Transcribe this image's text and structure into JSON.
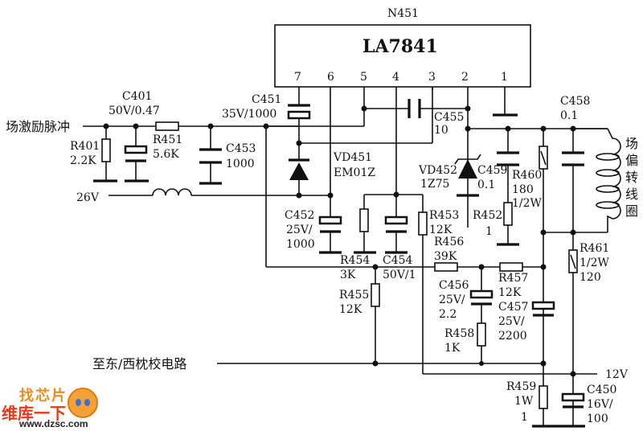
{
  "ic": {
    "ref": "N451",
    "part": "LA7841",
    "pins": [
      "7",
      "6",
      "5",
      "4",
      "3",
      "2",
      "1"
    ]
  },
  "components": {
    "C401": {
      "ref": "C401",
      "value": "50V/0.47"
    },
    "R401": {
      "ref": "R401",
      "value": "2.2K"
    },
    "R451": {
      "ref": "R451",
      "value": "5.6K"
    },
    "C453": {
      "ref": "C453",
      "value": "1000"
    },
    "C451": {
      "ref": "C451",
      "value": "35V/1000"
    },
    "VD451": {
      "ref": "VD451",
      "value": "EM01Z"
    },
    "C455": {
      "ref": "C455",
      "value": "10"
    },
    "VD452": {
      "ref": "VD452",
      "value": "1Z75"
    },
    "C459": {
      "ref": "C459",
      "value": "0.1"
    },
    "R460": {
      "ref": "R460",
      "value": "180",
      "power": "1/2W"
    },
    "C458": {
      "ref": "C458",
      "value": "0.1"
    },
    "R452": {
      "ref": "R452",
      "value": "1"
    },
    "C452": {
      "ref": "C452",
      "value1": "25V/",
      "value2": "1000"
    },
    "R453": {
      "ref": "R453",
      "value": "12K"
    },
    "R454": {
      "ref": "R454",
      "value": "3K"
    },
    "C454": {
      "ref": "C454",
      "value": "50V/1"
    },
    "R456": {
      "ref": "R456",
      "value": "39K"
    },
    "R455": {
      "ref": "R455",
      "value": "12K"
    },
    "C456": {
      "ref": "C456",
      "value1": "25V/",
      "value2": "2.2"
    },
    "R457": {
      "ref": "R457",
      "value": "12K"
    },
    "C457": {
      "ref": "C457",
      "value1": "25V/",
      "value2": "2200"
    },
    "R458": {
      "ref": "R458",
      "value": "1K"
    },
    "R461": {
      "ref": "R461",
      "power": "1/2W",
      "value": "120"
    },
    "R459": {
      "ref": "R459",
      "power": "1W",
      "value": "1"
    },
    "C450": {
      "ref": "C450",
      "value1": "16V/",
      "value2": "100"
    }
  },
  "nets": {
    "input_label": "场激励脉冲",
    "supply_26v": "26V",
    "supply_12v": "12V",
    "output_label": "至东/西枕校电路",
    "coil_label": [
      "场",
      "偏",
      "转",
      "线",
      "圈"
    ]
  },
  "watermark": {
    "top": "找芯片",
    "main": "维库一下",
    "url": "www.dzsc.com"
  }
}
